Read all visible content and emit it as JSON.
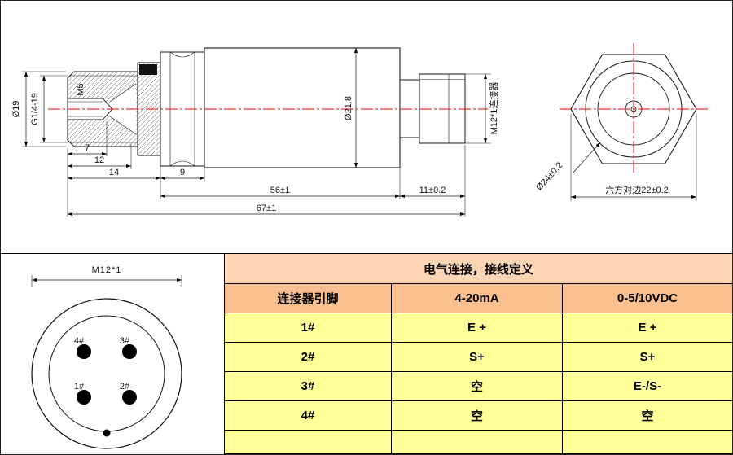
{
  "side_view": {
    "dims": {
      "dia19": "Ø19",
      "g14": "G1/4-19",
      "m5": "M5",
      "d7": "7",
      "d12": "12",
      "d14": "14",
      "d9": "9",
      "d56": "56±1",
      "d11": "11±0.2",
      "d67": "67±1",
      "dia218": "Ø21.8",
      "connector": "M12*1连接器"
    }
  },
  "hex_view": {
    "dia24": "Ø24±0.2",
    "flats22": "六方对边22±0.2"
  },
  "pin_view": {
    "title": "M12*1",
    "pin1": "1#",
    "pin2": "2#",
    "pin3": "3#",
    "pin4": "4#"
  },
  "table": {
    "title": "电气连接，接线定义",
    "headers": [
      "连接器引脚",
      "4-20mA",
      "0-5/10VDC"
    ],
    "rows": [
      [
        "1#",
        "E +",
        "E +"
      ],
      [
        "2#",
        "S+",
        "S+"
      ],
      [
        "3#",
        "空",
        "E-/S-"
      ],
      [
        "4#",
        "空",
        "空"
      ]
    ]
  },
  "colors": {
    "title_bg": "#FCD5B4",
    "header_bg": "#FABF8F",
    "row_bg": "#FFFF99",
    "centerline": "#E80000"
  }
}
